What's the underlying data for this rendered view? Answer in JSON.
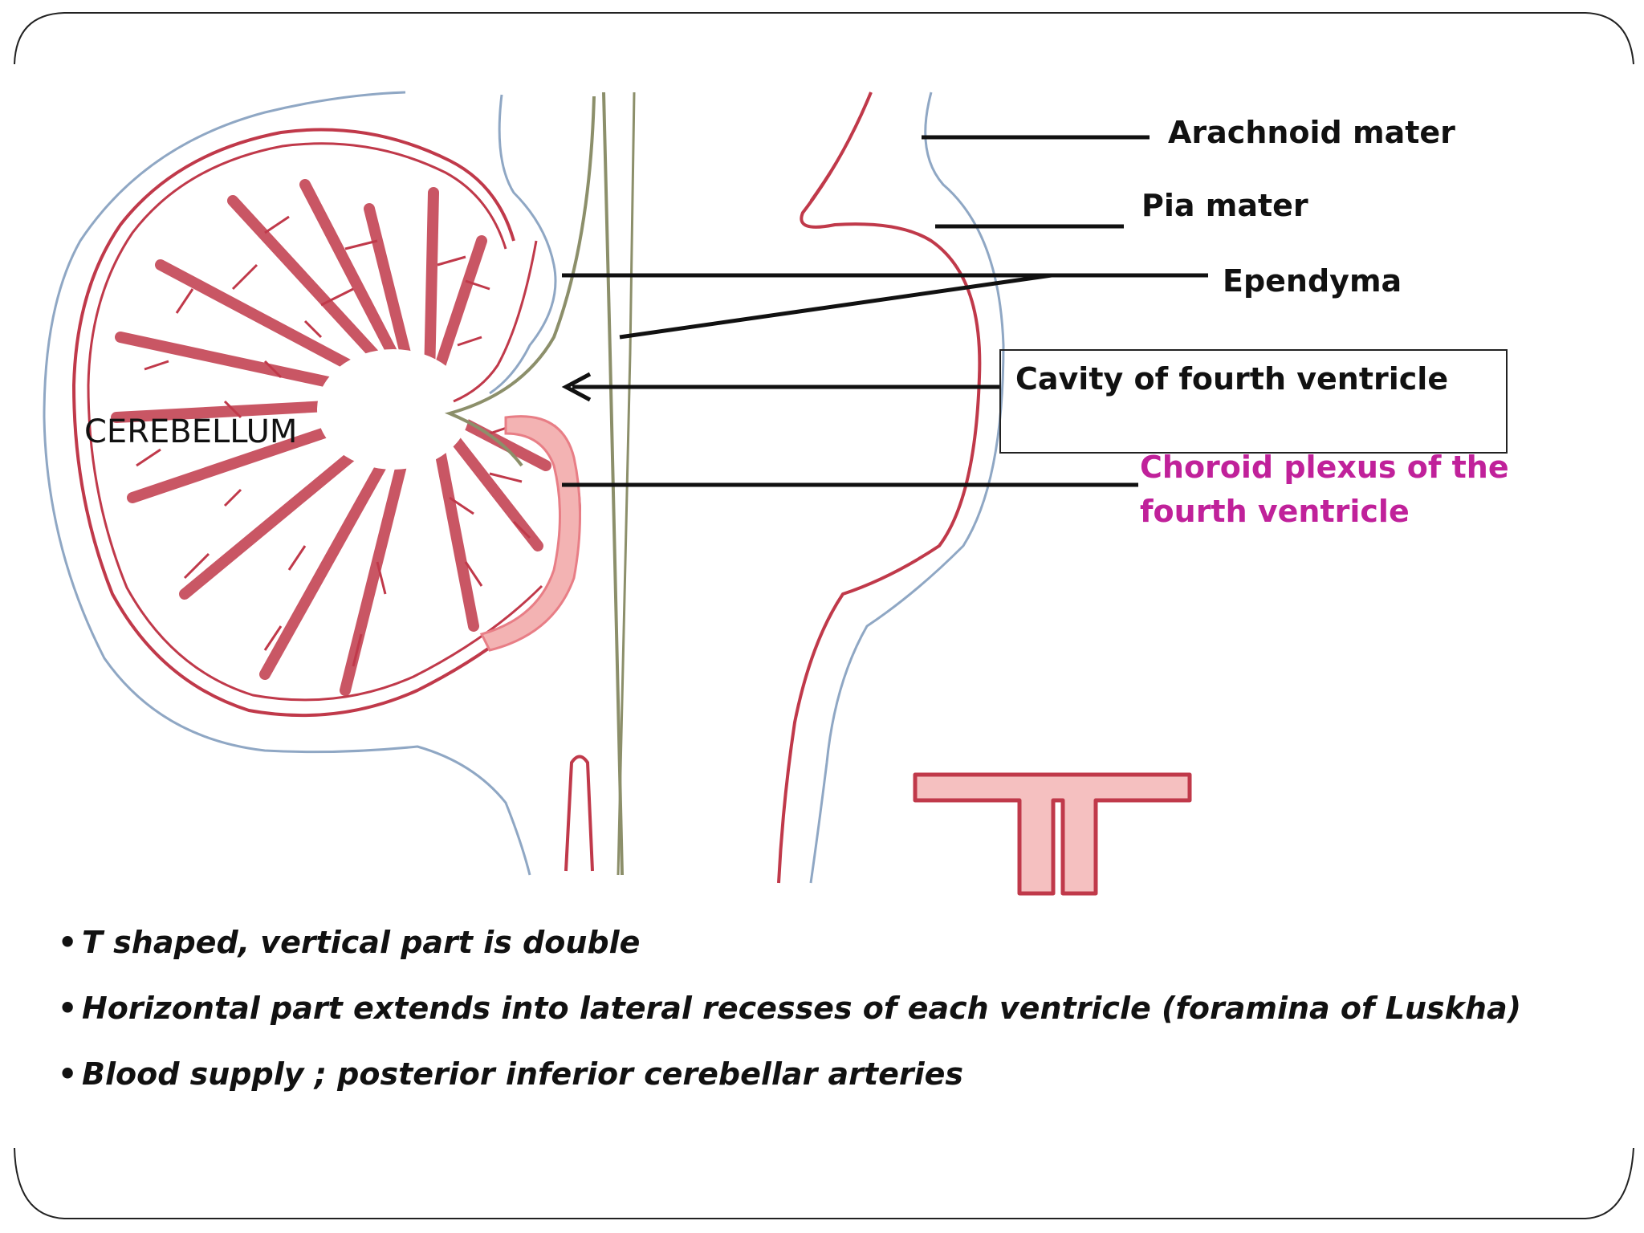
{
  "labels": {
    "arachnoid": "Arachnoid mater",
    "pia": "Pia mater",
    "ependyma": "Ependyma",
    "cavity": "Cavity of fourth ventricle",
    "choroid_line1": "Choroid plexus of the",
    "choroid_line2": "fourth ventricle",
    "cerebellum": "CEREBELLUM"
  },
  "bullets": [
    "T shaped, vertical part is double",
    "Horizontal part extends into lateral recesses of each ventricle (foramina of Luskha)",
    "Blood supply ; posterior inferior cerebellar arteries"
  ],
  "bullet_symbol": "•",
  "colors": {
    "pia_red": "#c0394a",
    "arachnoid_blue": "#8fa7c4",
    "ependyma_olive": "#8c8f6a",
    "choroid_pink": "#e87e86",
    "label_magenta": "#c0219a",
    "text": "#111111"
  }
}
